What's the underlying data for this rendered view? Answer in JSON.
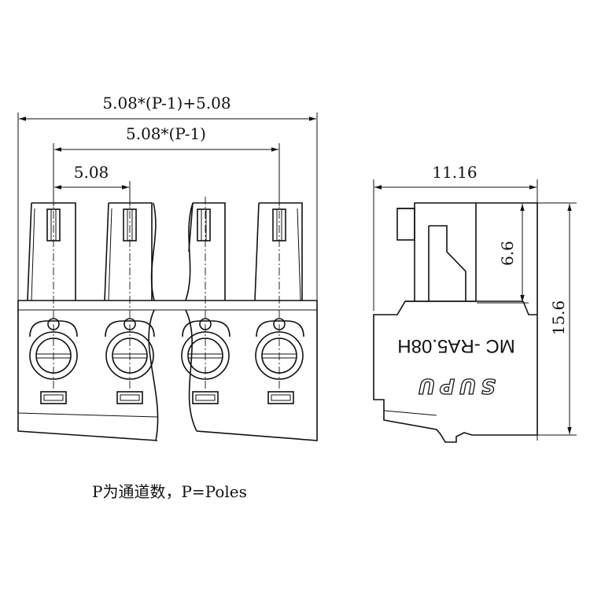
{
  "front_view": {
    "dim_overall": "5.08*(P-1)+5.08",
    "dim_span": "5.08*(P-1)",
    "dim_pitch": "5.08"
  },
  "side_view": {
    "dim_depth": "11.16",
    "dim_pin": "6.6",
    "dim_height": "15.6",
    "part_marking": "MC -RA5.08H",
    "brand": "SUPU"
  },
  "caption": "P为通道数，P=Poles",
  "colors": {
    "line": "#111111",
    "background": "#ffffff"
  }
}
